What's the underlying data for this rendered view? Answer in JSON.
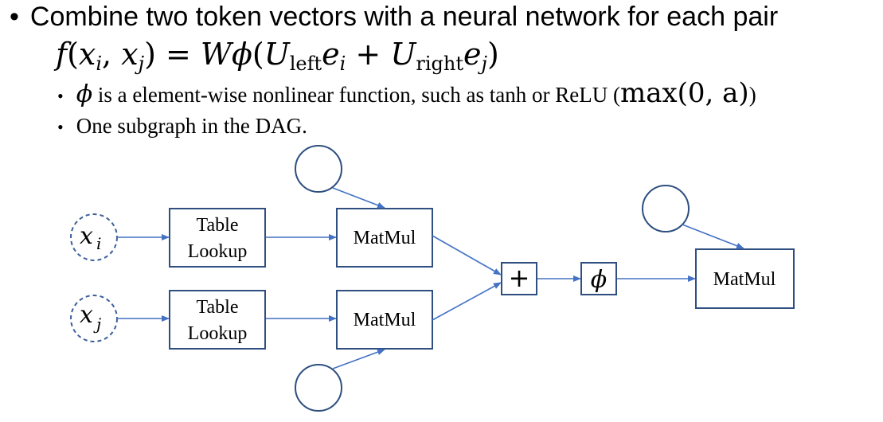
{
  "bullets": {
    "main": "Combine two token vectors with a neural network for each pair",
    "formula": {
      "lhs_f": "f",
      "lhs_args_open": "(",
      "x": "x",
      "i": "i",
      "comma": ", ",
      "j": "j",
      "lhs_close": ")",
      "equals": " = ",
      "W": "W",
      "phi": "ϕ",
      "open": "(",
      "U": "U",
      "left": "left",
      "e": "e",
      "plus": " + ",
      "right": "right",
      "close": ")"
    },
    "sub1_phi": "ϕ",
    "sub1_text": " is a element-wise nonlinear function, such as tanh or ReLU (",
    "sub1_math": "max(0, a)",
    "sub1_close": ")",
    "sub2": "One subgraph in the DAG."
  },
  "diagram": {
    "input_i": {
      "symbol": "x",
      "sub": "i"
    },
    "input_j": {
      "symbol": "x",
      "sub": "j"
    },
    "lookup_top": {
      "line1": "Table",
      "line2": "Lookup"
    },
    "lookup_bottom": {
      "line1": "Table",
      "line2": "Lookup"
    },
    "matmul_top": "MatMul",
    "matmul_bottom": "MatMul",
    "plus": "+",
    "phi": "ϕ",
    "matmul_out": "MatMul"
  },
  "colors": {
    "stroke": "#2e4f7f",
    "arrow": "#4472c4",
    "dashed": "#3b5f9a"
  }
}
